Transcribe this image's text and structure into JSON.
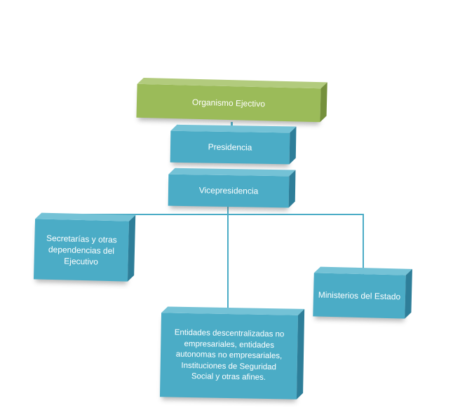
{
  "diagram": {
    "type": "org-chart",
    "nodes": {
      "organismo": {
        "label": "Organismo Ejectivo",
        "fill": "#9BBB59"
      },
      "presidencia": {
        "label": "Presidencia",
        "fill": "#4BACC6"
      },
      "vicepresidencia": {
        "label": "Vicepresidencia",
        "fill": "#4BACC6"
      },
      "secretarias": {
        "label": "Secretarías y otras\ndependencias  del\nEjecutivo",
        "fill": "#4BACC6"
      },
      "entidades": {
        "label": "Entidades descentralizadas no\nempresariales, entidades\nautonomas no empresariales,\nInstituciones de Seguridad\nSocial y otras afines.",
        "fill": "#4BACC6"
      },
      "ministerios": {
        "label": "Ministerios del Estado",
        "fill": "#4BACC6"
      }
    },
    "hierarchy": {
      "root": "organismo",
      "edges": [
        [
          "organismo",
          "presidencia"
        ],
        [
          "presidencia",
          "vicepresidencia"
        ],
        [
          "vicepresidencia",
          "secretarias"
        ],
        [
          "vicepresidencia",
          "entidades"
        ],
        [
          "vicepresidencia",
          "ministerios"
        ]
      ]
    },
    "colors": {
      "green_face": "#9BBB59",
      "green_top": "#B2CB7D",
      "green_side": "#75903C",
      "teal_face": "#4BACC6",
      "teal_top": "#74C2D6",
      "teal_side": "#2E7E99",
      "connector": "#4BACC6",
      "text": "#FFFFFF",
      "background": "#FFFFFF"
    }
  }
}
